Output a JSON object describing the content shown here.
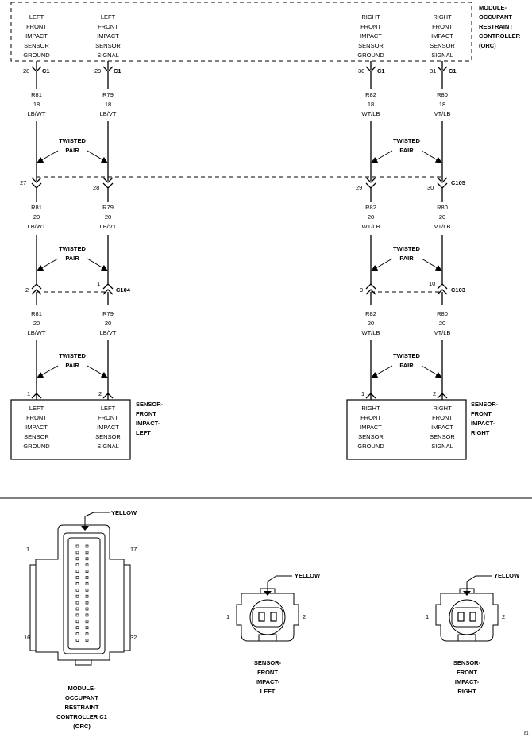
{
  "module": {
    "name": [
      "MODULE-",
      "OCCUPANT",
      "RESTRAINT",
      "CONTROLLER",
      "(ORC)"
    ],
    "cols": [
      [
        "LEFT",
        "FRONT",
        "IMPACT",
        "SENSOR",
        "GROUND"
      ],
      [
        "LEFT",
        "FRONT",
        "IMPACT",
        "SENSOR",
        "SIGNAL"
      ],
      [
        "RIGHT",
        "FRONT",
        "IMPACT",
        "SENSOR",
        "GROUND"
      ],
      [
        "RIGHT",
        "FRONT",
        "IMPACT",
        "SENSOR",
        "SIGNAL"
      ]
    ],
    "pins": [
      "28",
      "29",
      "30",
      "31"
    ],
    "connector": "C1"
  },
  "wires": {
    "seg1": [
      [
        "R81",
        "18",
        "LB/WT"
      ],
      [
        "R79",
        "18",
        "LB/VT"
      ],
      [
        "R82",
        "18",
        "WT/LB"
      ],
      [
        "R80",
        "18",
        "VT/LB"
      ]
    ],
    "seg2": [
      [
        "R81",
        "20",
        "LB/WT"
      ],
      [
        "R79",
        "20",
        "LB/VT"
      ],
      [
        "R82",
        "20",
        "WT/LB"
      ],
      [
        "R80",
        "20",
        "VT/LB"
      ]
    ],
    "seg3": [
      [
        "R81",
        "20",
        "LB/WT"
      ],
      [
        "R79",
        "20",
        "LB/VT"
      ],
      [
        "R82",
        "20",
        "WT/LB"
      ],
      [
        "R80",
        "20",
        "VT/LB"
      ]
    ]
  },
  "twisted": [
    "TWISTED",
    "PAIR"
  ],
  "c105": {
    "name": "C105",
    "pins": [
      "27",
      "28",
      "29",
      "30"
    ]
  },
  "c104": {
    "name": "C104",
    "pins": [
      "2",
      "1"
    ]
  },
  "c103": {
    "name": "C103",
    "pins": [
      "9",
      "10"
    ]
  },
  "sensor_pins": [
    "1",
    "2",
    "1",
    "2"
  ],
  "sensor_left": {
    "name": [
      "SENSOR-",
      "FRONT",
      "IMPACT-",
      "LEFT"
    ],
    "cols": [
      [
        "LEFT",
        "FRONT",
        "IMPACT",
        "SENSOR",
        "GROUND"
      ],
      [
        "LEFT",
        "FRONT",
        "IMPACT",
        "SENSOR",
        "SIGNAL"
      ]
    ]
  },
  "sensor_right": {
    "name": [
      "SENSOR-",
      "FRONT",
      "IMPACT-",
      "RIGHT"
    ],
    "cols": [
      [
        "RIGHT",
        "FRONT",
        "IMPACT",
        "SENSOR",
        "GROUND"
      ],
      [
        "RIGHT",
        "FRONT",
        "IMPACT",
        "SENSOR",
        "SIGNAL"
      ]
    ]
  },
  "views": {
    "orc": {
      "color": "YELLOW",
      "pins": [
        "1",
        "17",
        "16",
        "32"
      ],
      "name": [
        "MODULE-",
        "OCCUPANT",
        "RESTRAINT",
        "CONTROLLER C1",
        "(ORC)"
      ]
    },
    "left": {
      "color": "YELLOW",
      "pins": [
        "1",
        "2"
      ],
      "name": [
        "SENSOR-",
        "FRONT",
        "IMPACT-",
        "LEFT"
      ]
    },
    "right": {
      "color": "YELLOW",
      "pins": [
        "1",
        "2"
      ],
      "name": [
        "SENSOR-",
        "FRONT",
        "IMPACT-",
        "RIGHT"
      ]
    }
  },
  "figure_id": "81"
}
